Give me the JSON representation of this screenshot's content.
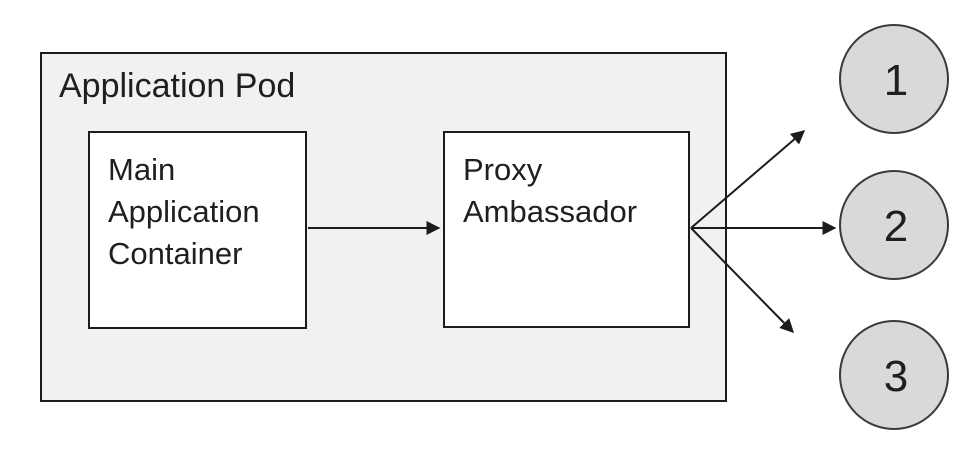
{
  "diagram": {
    "pod": {
      "label": "Application Pod"
    },
    "nodes": {
      "main": {
        "label": "Main\nApplication\nContainer"
      },
      "proxy": {
        "label": "Proxy\nAmbassador"
      }
    },
    "endpoints": [
      {
        "label": "1"
      },
      {
        "label": "2"
      },
      {
        "label": "3"
      }
    ],
    "connections": [
      {
        "from": "Main Application Container",
        "to": "Proxy Ambassador"
      },
      {
        "from": "Proxy Ambassador",
        "to": "1"
      },
      {
        "from": "Proxy Ambassador",
        "to": "2"
      },
      {
        "from": "Proxy Ambassador",
        "to": "3"
      }
    ],
    "colors": {
      "canvas_bg": "#ffffff",
      "pod_fill": "#f1f1f2",
      "node_fill": "#ffffff",
      "endpoint_fill": "#d9d9d9",
      "stroke": "#1c1c1c"
    }
  }
}
